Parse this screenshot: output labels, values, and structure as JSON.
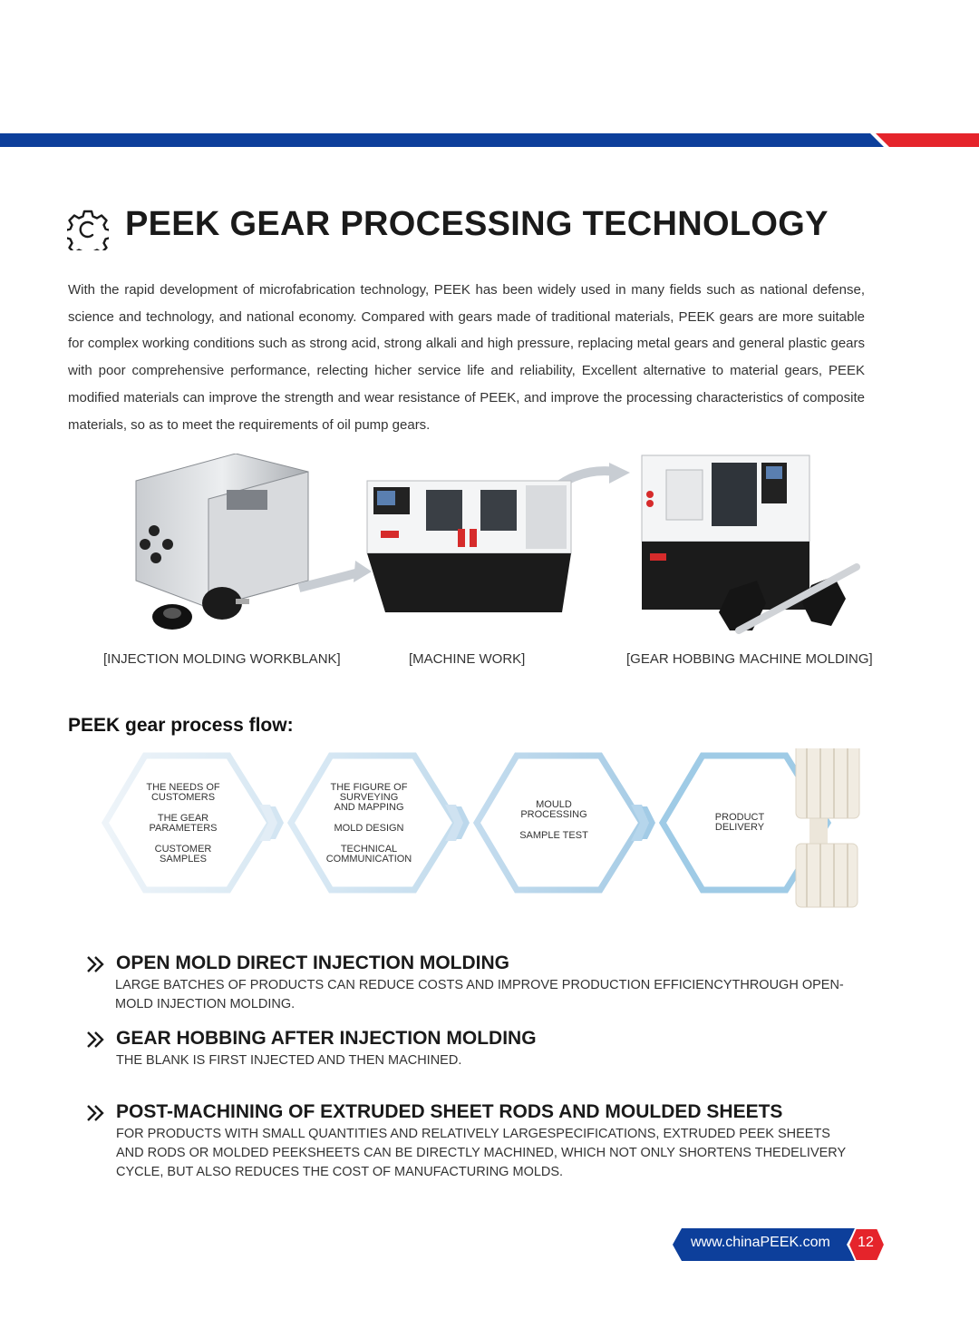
{
  "header": {
    "title": "PEEK GEAR PROCESSING TECHNOLOGY",
    "icon": "gear-icon",
    "colors": {
      "blue": "#0d3f9b",
      "red": "#e5242b"
    }
  },
  "intro": "With the rapid development of microfabrication technology, PEEK has been widely used in many fields such as national defense, science and technology, and national economy. Compared with gears made of traditional materials, PEEK gears are more suitable for complex working conditions such as strong acid, strong alkali and high pressure, replacing metal gears and general plastic gears with poor comprehensive performance, relecting hicher service life and reliability, Excellent alternative to material gears, PEEK modified materials can improve the strength and wear resistance of PEEK, and improve the processing characteristics of composite materials, so as to meet the requirements of oil pump gears.",
  "machines": [
    {
      "caption": "[INJECTION MOLDING WORKBLANK]",
      "icon": "injection-mold-image"
    },
    {
      "caption": "[MACHINE WORK]",
      "icon": "cnc-lathe-image"
    },
    {
      "caption": "[GEAR HOBBING MACHINE MOLDING]",
      "icon": "gear-hobbing-machine-image"
    }
  ],
  "process_flow": {
    "heading": "PEEK gear process flow:",
    "steps": [
      {
        "lines": [
          "THE NEEDS OF",
          "CUSTOMERS",
          "",
          "THE GEAR",
          "PARAMETERS",
          "",
          "CUSTOMER",
          "SAMPLES"
        ]
      },
      {
        "lines": [
          "THE FIGURE OF",
          "SURVEYING",
          "AND MAPPING",
          "",
          "MOLD DESIGN",
          "",
          "TECHNICAL",
          "COMMUNICATION"
        ]
      },
      {
        "lines": [
          "MOULD",
          "PROCESSING",
          "",
          "SAMPLE TEST"
        ]
      },
      {
        "lines": [
          "PRODUCT",
          "DELIVERY"
        ]
      }
    ],
    "hex_color": "#9fcbe6"
  },
  "methods": [
    {
      "title": "OPEN MOLD DIRECT INJECTION MOLDING",
      "desc": "LARGE BATCHES OF PRODUCTS CAN REDUCE COSTS AND IMPROVE PRODUCTION EFFICIENCYTHROUGH OPEN-MOLD INJECTION MOLDING."
    },
    {
      "title": "GEAR HOBBING AFTER INJECTION MOLDING",
      "desc": "THE BLANK IS FIRST INJECTED AND THEN MACHINED."
    },
    {
      "title": "POST-MACHINING OF EXTRUDED SHEET RODS AND MOULDED SHEETS",
      "desc": "FOR PRODUCTS WITH SMALL QUANTITIES AND RELATIVELY LARGESPECIFICATIONS, EXTRUDED PEEK SHEETS AND RODS OR MOLDED PEEKSHEETS CAN BE DIRECTLY MACHINED, WHICH NOT ONLY SHORTENS THEDELIVERY CYCLE, BUT ALSO REDUCES THE COST OF MANUFACTURING MOLDS."
    }
  ],
  "footer": {
    "url": "www.chinaPEEK.com",
    "page": "12"
  }
}
